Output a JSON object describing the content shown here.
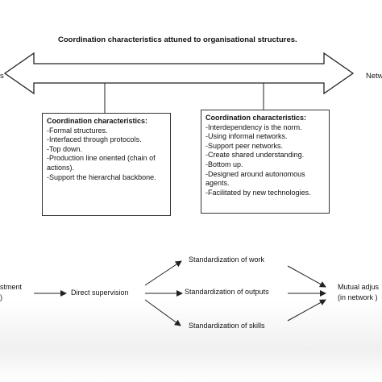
{
  "title": "Coordination characteristics attuned to organisational structures.",
  "spectrum": {
    "left_label": "s",
    "right_label": "Netw"
  },
  "left_box": {
    "title": "Coordination characteristics:",
    "items": [
      "-Formal structures.",
      "-Interfaced through protocols.",
      "-Top down.",
      "-Production line oriented (chain of actions).",
      "-Support the hierarchal backbone."
    ]
  },
  "right_box": {
    "title": "Coordination characteristics:",
    "items": [
      "-Interdependency is the norm.",
      "-Using informal networks.",
      "-Support peer networks.",
      "-Create shared understanding.",
      "-Bottom up.",
      "-Designed around autonomous agents.",
      "-Facilitated by new technologies."
    ]
  },
  "flow": {
    "left_node_line1": "stment",
    "left_node_line2": ")",
    "direct_supervision": "Direct supervision",
    "work": "Standardization of work",
    "outputs": "Standardization of outputs",
    "skills": "Standardization of skills",
    "right_node_line1": "Mutual adjus",
    "right_node_line2": "(in network )"
  },
  "colors": {
    "stroke": "#222222",
    "text": "#111111"
  }
}
